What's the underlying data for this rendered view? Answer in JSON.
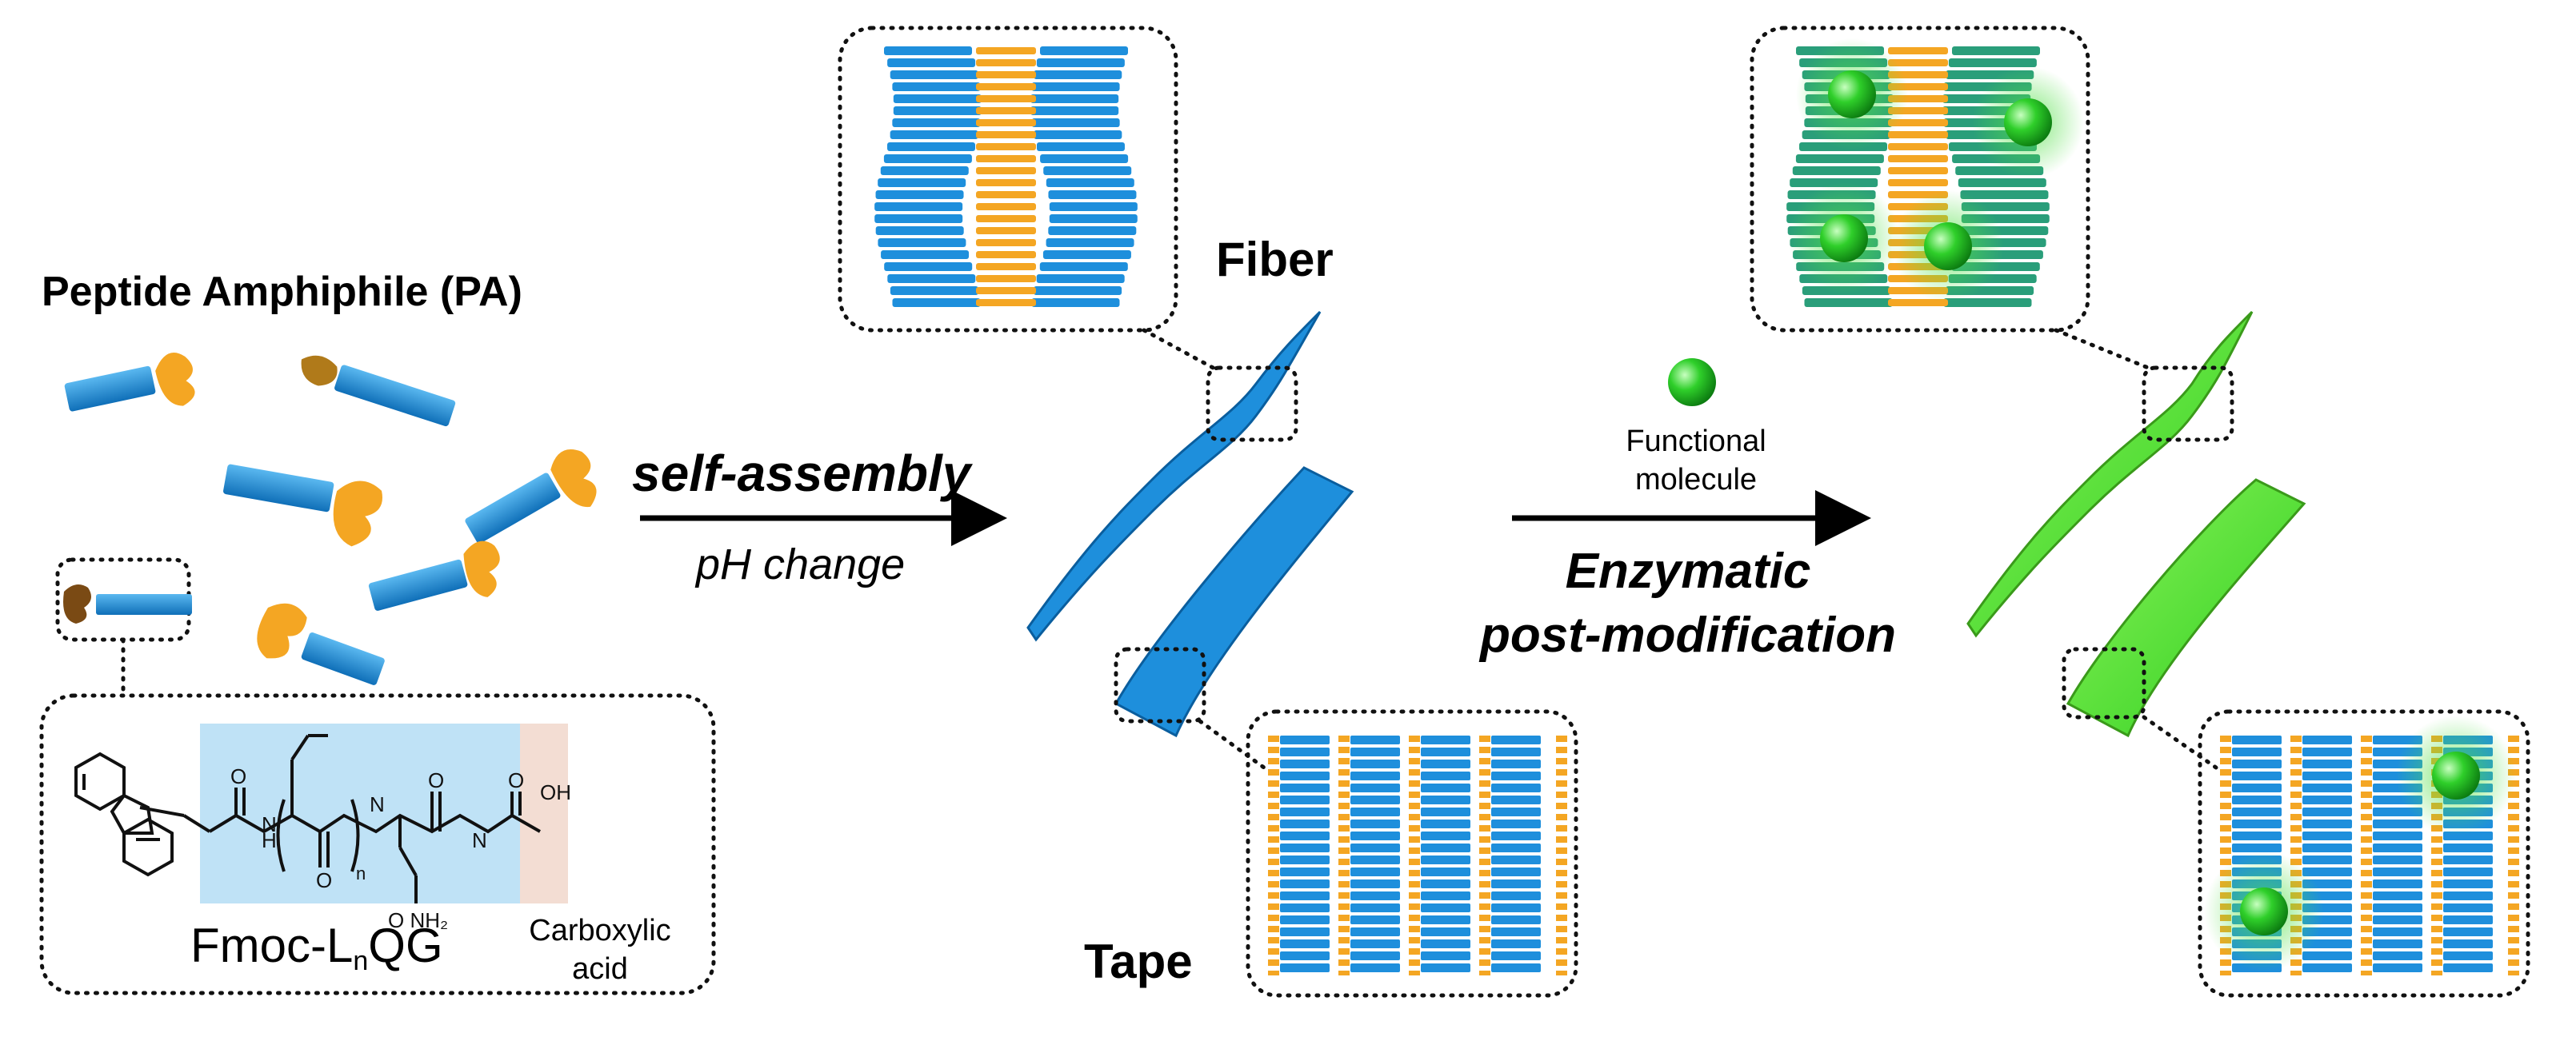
{
  "labels": {
    "pa_title": "Peptide Amphiphile (PA)",
    "fiber": "Fiber",
    "tape": "Tape",
    "self_assembly": "self-assembly",
    "ph_change": "pH change",
    "functional_line1": "Functional",
    "functional_line2": "molecule",
    "enzymatic_line1": "Enzymatic",
    "enzymatic_line2": "post-modification",
    "fmoc_prefix": "Fmoc-L",
    "fmoc_sub": "n",
    "fmoc_suffix": "QG",
    "carboxylic_line1": "Carboxylic",
    "carboxylic_line2": "acid",
    "chem_n": "n",
    "chem_nh": "NH",
    "chem_h": "H",
    "chem_n_atom": "N",
    "chem_o": "O",
    "chem_oh": "OH",
    "chem_nh2": "NH",
    "chem_nh2_sub": "2"
  },
  "colors": {
    "peptide_blue": "#1e90dc",
    "fmoc_orange": "#f4a623",
    "functional_green": "#3ddc2c",
    "peptide_region": "#bfe2f6",
    "acid_region": "#f3ddd3"
  }
}
